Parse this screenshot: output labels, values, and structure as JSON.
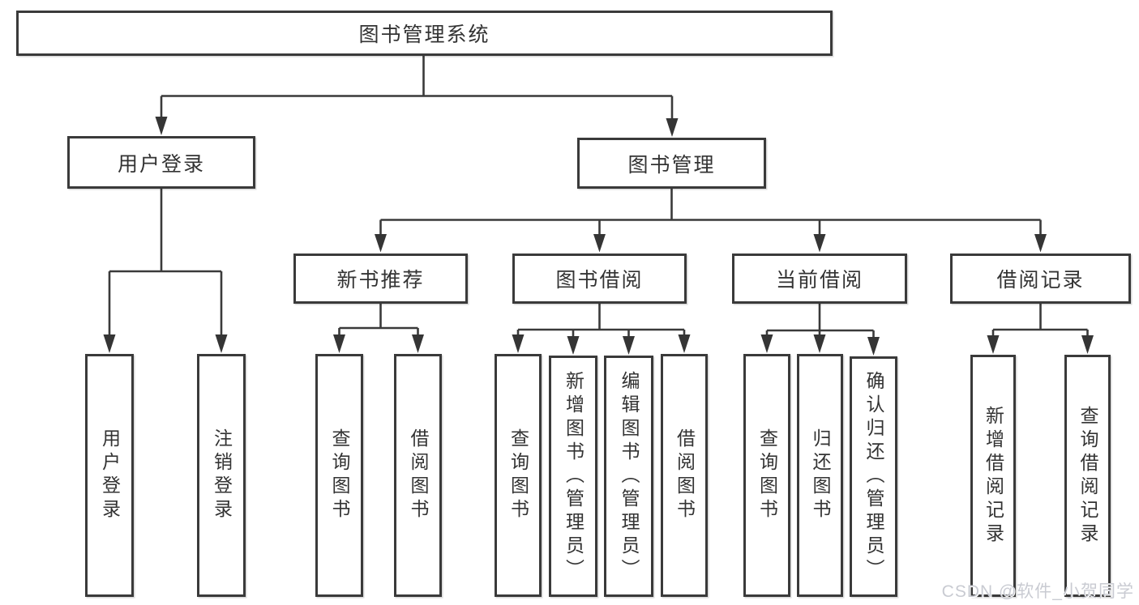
{
  "colors": {
    "line": "#3a3a3a",
    "text": "#333333",
    "box_bg": "#ffffff",
    "watermark": "#c9cbd2"
  },
  "tree": {
    "label": "图书管理系统",
    "children": [
      {
        "label": "用户登录",
        "children": [
          {
            "label": "用户登录"
          },
          {
            "label": "注销登录"
          }
        ]
      },
      {
        "label": "图书管理",
        "children": [
          {
            "label": "新书推荐",
            "children": [
              {
                "label": "查询图书"
              },
              {
                "label": "借阅图书"
              }
            ]
          },
          {
            "label": "图书借阅",
            "children": [
              {
                "label": "查询图书"
              },
              {
                "label": "新增图书（管理员）"
              },
              {
                "label": "编辑图书（管理员）"
              },
              {
                "label": "借阅图书"
              }
            ]
          },
          {
            "label": "当前借阅",
            "children": [
              {
                "label": "查询图书"
              },
              {
                "label": "归还图书"
              },
              {
                "label": "确认归还（管理员）"
              }
            ]
          },
          {
            "label": "借阅记录",
            "children": [
              {
                "label": "新增借阅记录"
              },
              {
                "label": "查询借阅记录"
              }
            ]
          }
        ]
      }
    ]
  },
  "watermark": "CSDN @软件_小贺同学"
}
